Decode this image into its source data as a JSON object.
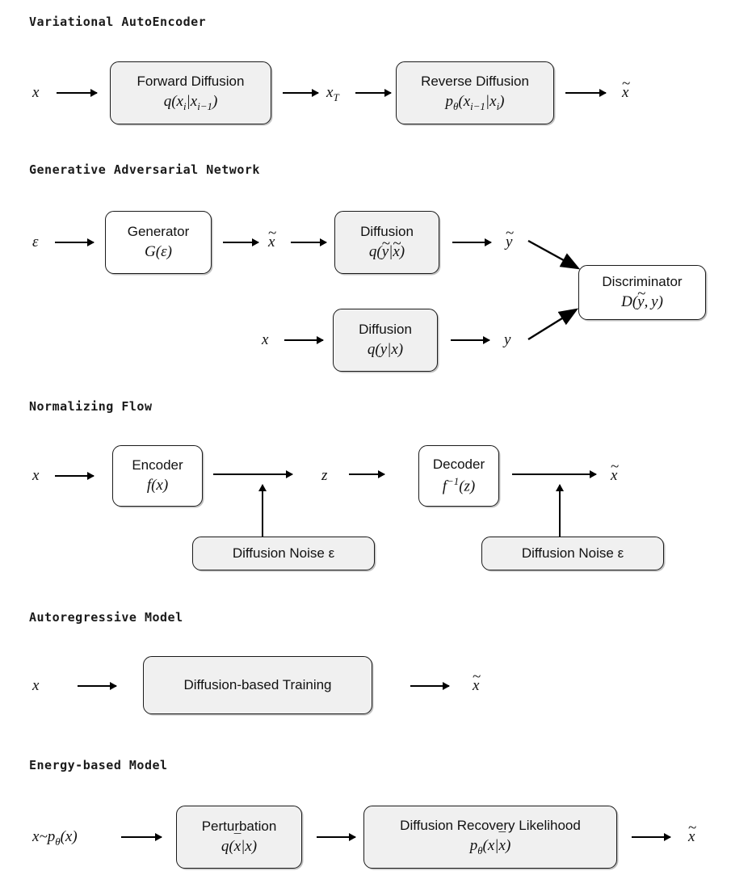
{
  "figure": {
    "kind": "diagram",
    "description": "Five generative-model families each augmented with diffusion components"
  },
  "colors": {
    "node_fill_gray": "#f0f0f0",
    "node_fill_white": "#ffffff",
    "node_border": "#1a1a1a",
    "text": "#111111",
    "background": "#ffffff"
  },
  "sections": [
    {
      "id": "vae",
      "title": "Variational AutoEncoder",
      "inputs": [
        "x"
      ],
      "nodes": [
        {
          "id": "forward-diffusion",
          "title": "Forward Diffusion",
          "formula": "q(x_i|x_{i-1})",
          "fill": "gray"
        },
        {
          "id": "reverse-diffusion",
          "title": "Reverse Diffusion",
          "formula": "p_theta(x_{i-1}|x_i)",
          "fill": "gray"
        }
      ],
      "intermediates": [
        "x_T"
      ],
      "outputs": [
        "x-tilde"
      ]
    },
    {
      "id": "gan",
      "title": "Generative Adversarial Network",
      "inputs": [
        "epsilon",
        "x"
      ],
      "nodes": [
        {
          "id": "generator",
          "title": "Generator",
          "formula": "G(epsilon)",
          "fill": "white"
        },
        {
          "id": "diffusion-top",
          "title": "Diffusion",
          "formula": "q(y-tilde|x-tilde)",
          "fill": "gray"
        },
        {
          "id": "diffusion-bottom",
          "title": "Diffusion",
          "formula": "q(y|x)",
          "fill": "gray"
        },
        {
          "id": "discriminator",
          "title": "Discriminator",
          "formula": "D(y-tilde, y)",
          "fill": "white"
        }
      ],
      "intermediates": [
        "x-tilde",
        "y-tilde",
        "y"
      ]
    },
    {
      "id": "nf",
      "title": "Normalizing Flow",
      "inputs": [
        "x"
      ],
      "nodes": [
        {
          "id": "encoder",
          "title": "Encoder",
          "formula": "f(x)",
          "fill": "white"
        },
        {
          "id": "decoder",
          "title": "Decoder",
          "formula": "f^{-1}(z)",
          "fill": "white"
        },
        {
          "id": "diffusion-noise-left",
          "title": "Diffusion Noise  ε",
          "fill": "gray"
        },
        {
          "id": "diffusion-noise-right",
          "title": "Diffusion Noise  ε",
          "fill": "gray"
        }
      ],
      "intermediates": [
        "z"
      ],
      "outputs": [
        "x-tilde"
      ]
    },
    {
      "id": "ar",
      "title": "Autoregressive Model",
      "inputs": [
        "x"
      ],
      "nodes": [
        {
          "id": "diffusion-based-training",
          "title": "Diffusion-based Training",
          "fill": "gray"
        }
      ],
      "outputs": [
        "x-tilde"
      ]
    },
    {
      "id": "ebm",
      "title": "Energy-based Model",
      "inputs": [
        "x~p_theta(x)"
      ],
      "nodes": [
        {
          "id": "perturbation",
          "title": "Perturbation",
          "formula": "q(x-bar|x)",
          "fill": "gray"
        },
        {
          "id": "diffusion-recovery-likelihood",
          "title": "Diffusion Recovery Likelihood",
          "formula": "p_theta(x|x-bar)",
          "fill": "gray"
        }
      ],
      "outputs": [
        "x-tilde"
      ]
    }
  ],
  "labels": {
    "s1_title": "Variational AutoEncoder",
    "s1_in": "x",
    "s1_n1_title": "Forward Diffusion",
    "s1_n2_title": "Reverse Diffusion",
    "s1_mid": "x",
    "s1_mid_sub": "T",
    "s2_title": "Generative Adversarial Network",
    "s2_in1": "ε",
    "s2_in2": "x",
    "s2_n1_title": "Generator",
    "s2_n2_title": "Diffusion",
    "s2_n3_title": "Diffusion",
    "s2_n4_title": "Discriminator",
    "s3_title": "Normalizing Flow",
    "s3_in": "x",
    "s3_n1_title": "Encoder",
    "s3_n2_title": "Decoder",
    "s3_mid": "z",
    "s3_noise_left": "Diffusion Noise  ε",
    "s3_noise_right": "Diffusion Noise  ε",
    "s4_title": "Autoregressive Model",
    "s4_in": "x",
    "s4_n1_title": "Diffusion-based Training",
    "s5_title": "Energy-based Model",
    "s5_n1_title": "Perturbation",
    "s5_n2_title": "Diffusion Recovery Likelihood"
  }
}
